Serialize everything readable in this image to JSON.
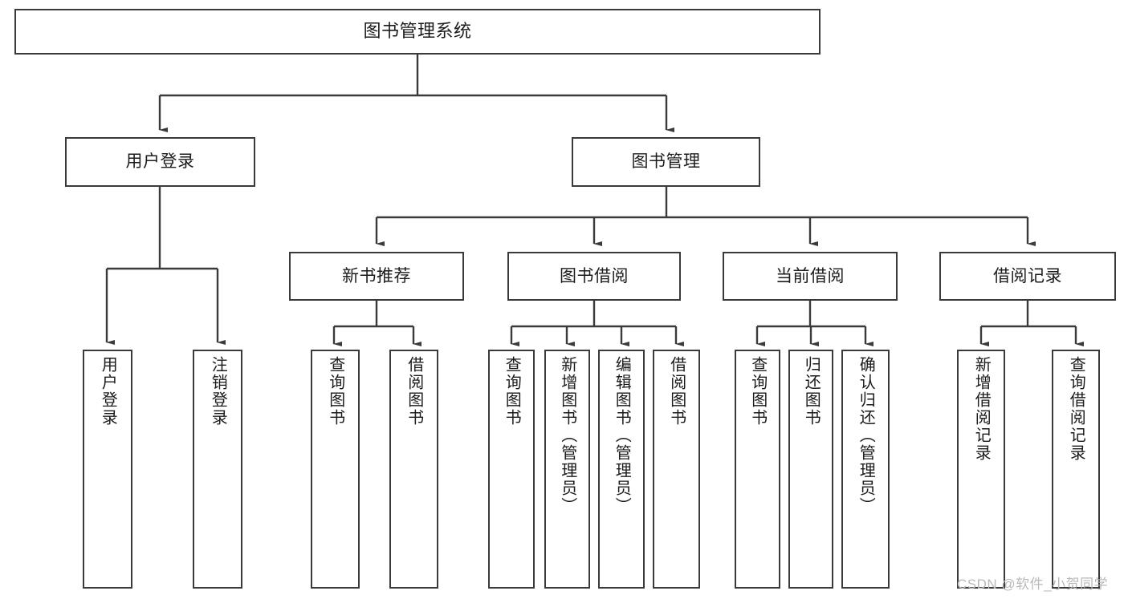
{
  "diagram": {
    "title": "图书管理系统",
    "root": {
      "label": "图书管理系统"
    },
    "level1": [
      {
        "label": "用户登录"
      },
      {
        "label": "图书管理"
      }
    ],
    "level2": [
      {
        "label": "新书推荐"
      },
      {
        "label": "图书借阅"
      },
      {
        "label": "当前借阅"
      },
      {
        "label": "借阅记录"
      }
    ],
    "leaves": {
      "user_login": [
        {
          "label": "用户登录"
        },
        {
          "label": "注销登录"
        }
      ],
      "new_book": [
        {
          "label": "查询图书"
        },
        {
          "label": "借阅图书"
        }
      ],
      "book_borrow": [
        {
          "label": "查询图书"
        },
        {
          "label": "新增图书（管理员）"
        },
        {
          "label": "编辑图书（管理员）"
        },
        {
          "label": "借阅图书"
        }
      ],
      "current_borrow": [
        {
          "label": "查询图书"
        },
        {
          "label": "归还图书"
        },
        {
          "label": "确认归还（管理员）"
        }
      ],
      "borrow_record": [
        {
          "label": "新增借阅记录"
        },
        {
          "label": "查询借阅记录"
        }
      ]
    }
  },
  "watermark": {
    "text": "CSDN @软件_小贺同学"
  },
  "colors": {
    "stroke": "#3a3a3a",
    "text": "#1b1b1b",
    "background": "#ffffff",
    "watermark": "#b9b9b9"
  }
}
